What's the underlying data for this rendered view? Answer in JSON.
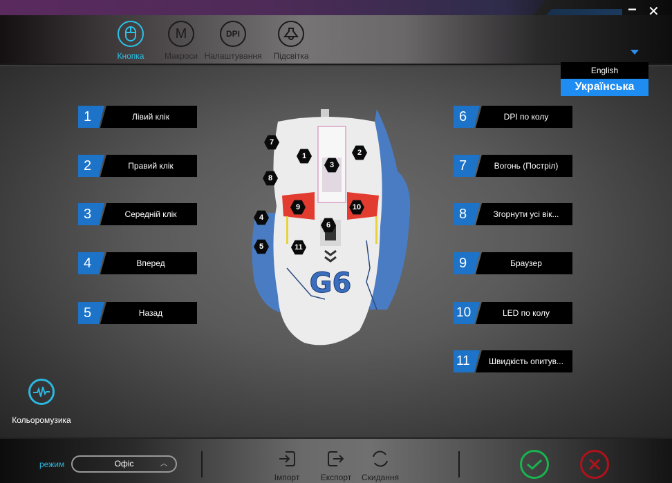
{
  "window": {
    "minimize_label": "−",
    "close_label": "✕"
  },
  "nav": {
    "tabs": [
      {
        "id": "button",
        "label": "Кнопка",
        "icon": "mouse-icon",
        "active": true
      },
      {
        "id": "macros",
        "label": "Макроси",
        "icon": "M",
        "active": false
      },
      {
        "id": "settings",
        "label": "Налаштування",
        "icon": "DPI",
        "active": false
      },
      {
        "id": "lighting",
        "label": "Підсвітка",
        "icon": "bell-lamp-icon",
        "active": false
      }
    ]
  },
  "language": {
    "options": [
      "English",
      "Українська"
    ],
    "selected": "Українська"
  },
  "buttons": {
    "left": [
      {
        "num": "1",
        "label": "Лівий клік"
      },
      {
        "num": "2",
        "label": "Правий клік"
      },
      {
        "num": "3",
        "label": "Середній клік"
      },
      {
        "num": "4",
        "label": "Вперед"
      },
      {
        "num": "5",
        "label": "Назад"
      }
    ],
    "right": [
      {
        "num": "6",
        "label": "DPI по колу"
      },
      {
        "num": "7",
        "label": "Вогонь (Постріл)"
      },
      {
        "num": "8",
        "label": "Згорнути усі вік..."
      },
      {
        "num": "9",
        "label": "Браузер"
      },
      {
        "num": "10",
        "label": "LED по колу"
      },
      {
        "num": "11",
        "label": "Швидкість опитув..."
      }
    ]
  },
  "mouse_markers": [
    "1",
    "2",
    "3",
    "4",
    "5",
    "6",
    "7",
    "8",
    "9",
    "10",
    "11"
  ],
  "mouse_logo": "G6",
  "colormusic": {
    "label": "Кольоромузика"
  },
  "footer": {
    "mode_label": "режим",
    "mode_value": "Офіс",
    "import_label": "Імпорт",
    "export_label": "Експорт",
    "reset_label": "Скидання"
  },
  "colors": {
    "accent": "#2bc2e8",
    "number_blue": "#1c73c8",
    "lang_selected": "#1e8cf0",
    "ok_green": "#19b34f",
    "cancel_red": "#b0121c"
  }
}
